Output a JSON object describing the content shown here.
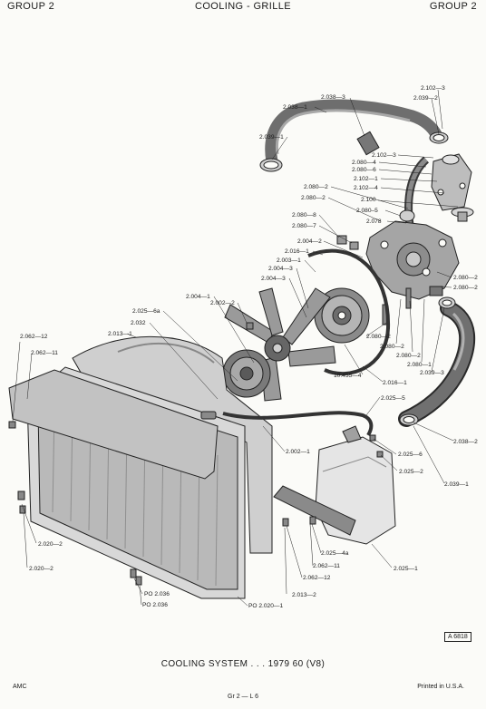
{
  "header": {
    "left": "GROUP 2",
    "center": "COOLING - GRILLE",
    "right": "GROUP 2"
  },
  "diagram_labels": [
    "2.102—3",
    "2.039—2",
    "2.038—3",
    "2.038—1",
    "2.039—1",
    "2.102—3",
    "2.080—4",
    "2.080—6",
    "2.102—1",
    "2.102—4",
    "2.080—2",
    "2.100",
    "2.080—2",
    "2.080–5",
    "2.080—8",
    "2.078",
    "2.080—7",
    "2.004—2",
    "2.016—1",
    "2.003—1",
    "2.004—3",
    "2.004—3",
    "2.080—2",
    "2.080—2",
    "2.004—1",
    "2.002—2",
    "2.025—6a",
    "2.032",
    "2.013—1",
    "2.062—12",
    "2.062—11",
    "2.080—2",
    "2.080—2",
    "2.080—2",
    "2.080—1",
    "2.039—3",
    "10.455—4",
    "2.016—1",
    "2.025—5",
    "2.038—2",
    "2.002—1",
    "2.025—6",
    "2.025—2",
    "2.039—1",
    "2.020—2",
    "2.020—2",
    "2.025—4a",
    "2.062—11",
    "2.062—12",
    "2.025—1",
    "PO 2.036",
    "PO 2.036",
    "2.013—2",
    "PO 2.020—1"
  ],
  "ref_code": "A 6818",
  "caption": "COOLING SYSTEM . . . 1979 60 (V8)",
  "footer": {
    "left": "AMC",
    "center": "Gr 2 — L 6",
    "right": "Printed in U.S.A."
  }
}
